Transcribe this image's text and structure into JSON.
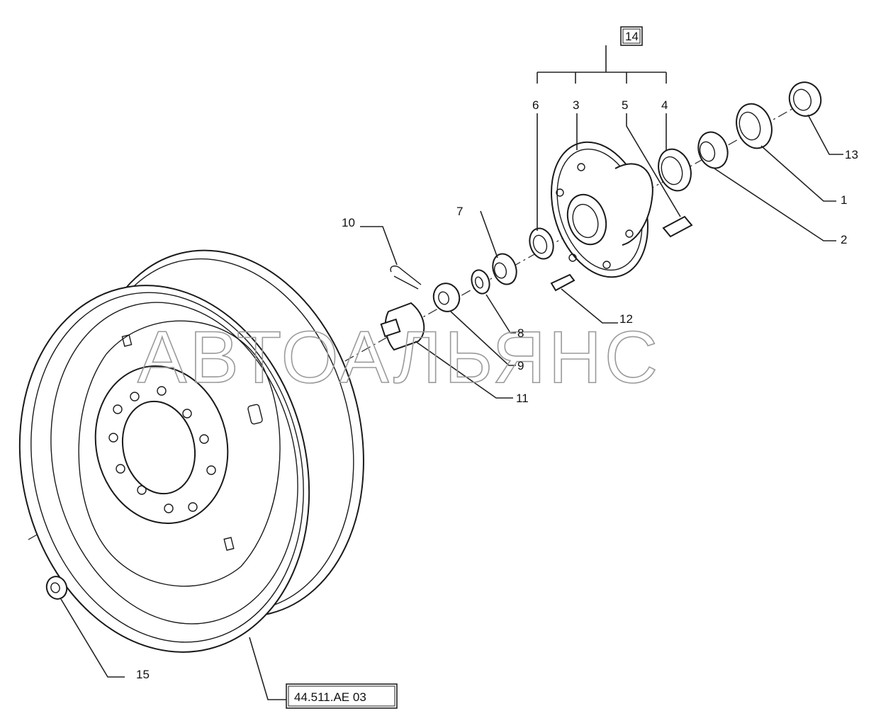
{
  "watermark": "АВТОАЛЬЯНС",
  "callouts": [
    {
      "id": "c1",
      "label": "1"
    },
    {
      "id": "c2",
      "label": "2"
    },
    {
      "id": "c3",
      "label": "3"
    },
    {
      "id": "c4",
      "label": "4"
    },
    {
      "id": "c5",
      "label": "5"
    },
    {
      "id": "c6",
      "label": "6"
    },
    {
      "id": "c7",
      "label": "7"
    },
    {
      "id": "c8",
      "label": "8"
    },
    {
      "id": "c9",
      "label": "9"
    },
    {
      "id": "c10",
      "label": "10"
    },
    {
      "id": "c11",
      "label": "11"
    },
    {
      "id": "c12",
      "label": "12"
    },
    {
      "id": "c13",
      "label": "13"
    },
    {
      "id": "c15",
      "label": "15"
    }
  ],
  "group_box": {
    "label": "14"
  },
  "reference_box": {
    "label": "44.511.AE 03"
  }
}
